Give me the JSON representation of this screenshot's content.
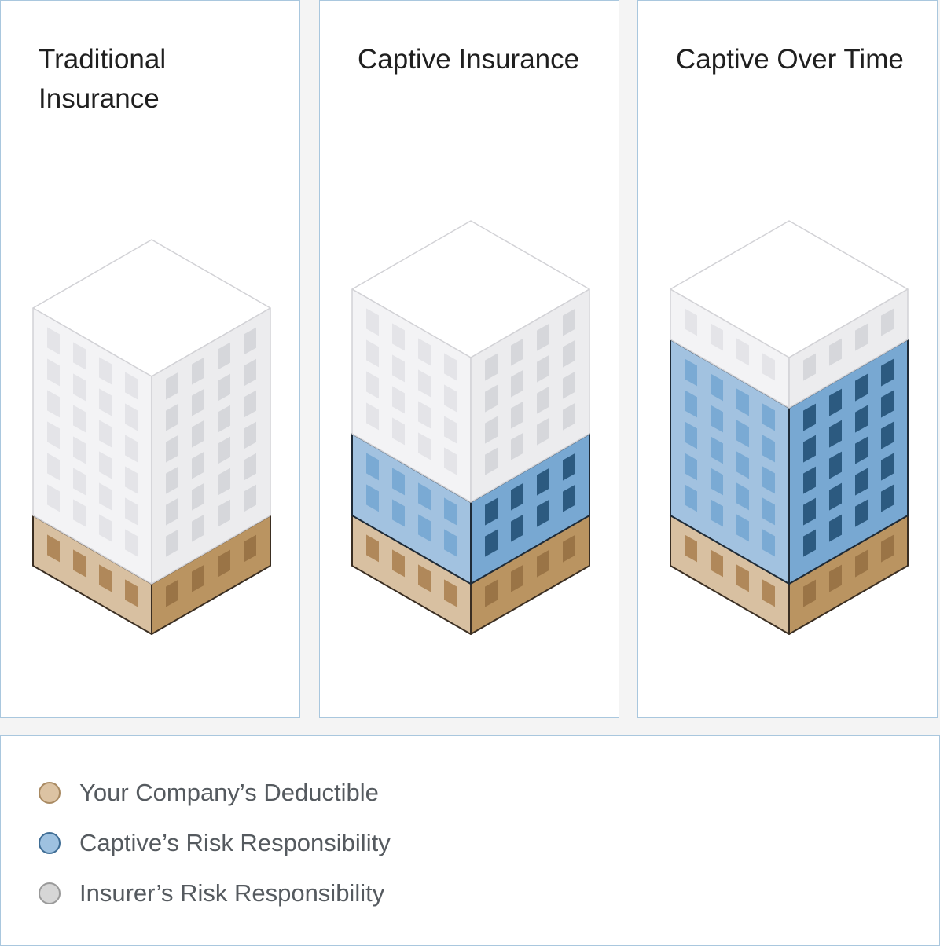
{
  "panels": [
    {
      "title": "Traditional Insurance"
    },
    {
      "title": "Captive Insurance"
    },
    {
      "title": "Captive Over Time"
    }
  ],
  "legend": [
    {
      "label": "Your Company’s Deductible",
      "fill": "#dcc3a3",
      "stroke": "#a98a62"
    },
    {
      "label": "Captive’s Risk Responsibility",
      "fill": "#9ec1e0",
      "stroke": "#3f6d95"
    },
    {
      "label": "Insurer’s Risk Responsibility",
      "fill": "#d6d6d6",
      "stroke": "#9a9a9a"
    }
  ],
  "colors": {
    "deductible": {
      "top": "#e8dccb",
      "left": "#d8c0a1",
      "right": "#ba9461",
      "window_left": "#b0885a",
      "window_right": "#9a7446",
      "edge": "#3a2e22"
    },
    "captive": {
      "top": "#cadcec",
      "left": "#a2c2e0",
      "right": "#78a8d2",
      "window_left": "#7aaad4",
      "window_right": "#2c5a80",
      "edge": "#1e2b38"
    },
    "insurer": {
      "top": "#ffffff",
      "left": "#f3f3f5",
      "right": "#ececee",
      "window_left": "#e4e4e8",
      "window_right": "#d6d7db",
      "edge": "#d2d2d6"
    }
  },
  "diagram": [
    {
      "panel": 0,
      "blocks": [
        {
          "type": "deductible",
          "rows": 1
        },
        {
          "type": "insurer",
          "rows": 6
        }
      ]
    },
    {
      "panel": 1,
      "blocks": [
        {
          "type": "deductible",
          "rows": 1
        },
        {
          "type": "captive",
          "rows": 2
        },
        {
          "type": "insurer",
          "rows": 4
        }
      ]
    },
    {
      "panel": 2,
      "blocks": [
        {
          "type": "deductible",
          "rows": 1
        },
        {
          "type": "captive",
          "rows": 5
        },
        {
          "type": "insurer",
          "rows": 1
        }
      ]
    }
  ]
}
